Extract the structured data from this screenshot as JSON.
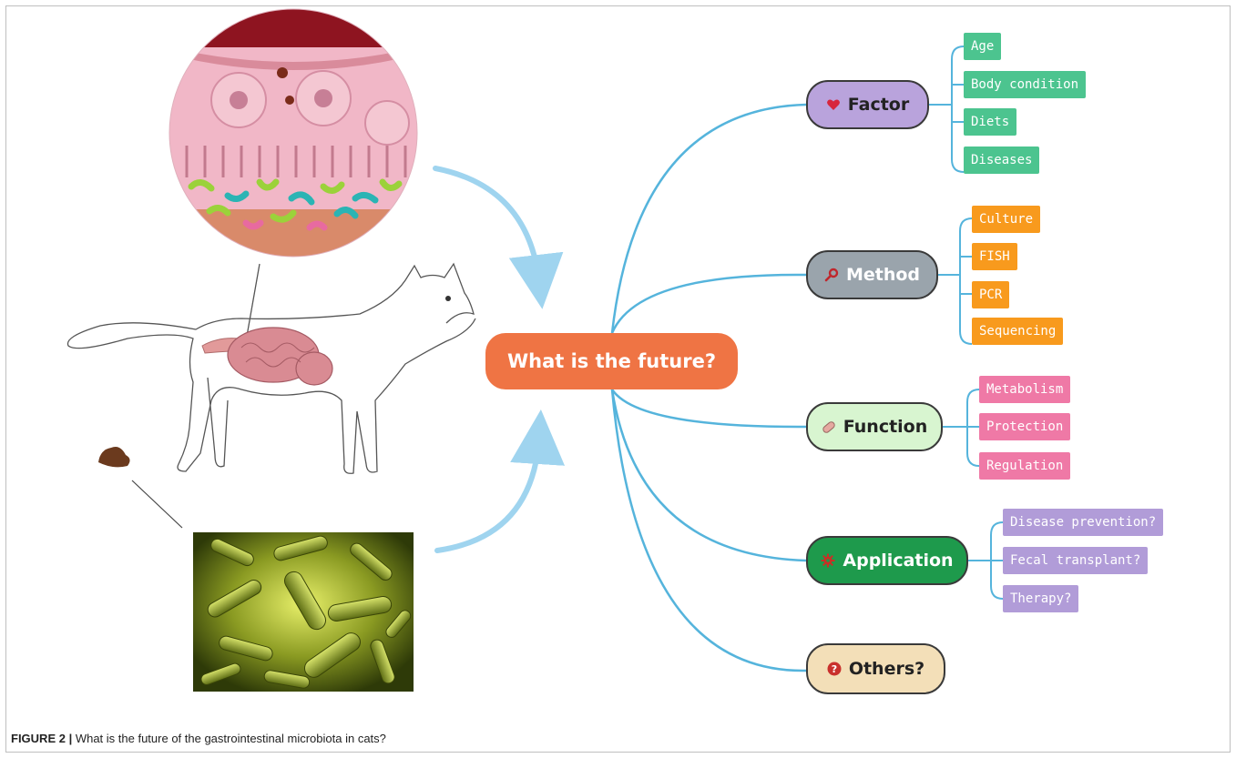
{
  "central": {
    "label": "What is the future?"
  },
  "branches": [
    {
      "label": "Factor",
      "icon": "heart-icon",
      "color": "#b9a3dc",
      "items": [
        "Age",
        "Body condition",
        "Diets",
        "Diseases"
      ],
      "item_color": "#4cc48f"
    },
    {
      "label": "Method",
      "icon": "magnifier-icon",
      "color": "#9aa4ac",
      "items": [
        "Culture",
        "FISH",
        "PCR",
        "Sequencing"
      ],
      "item_color": "#f89a1d"
    },
    {
      "label": "Function",
      "icon": "pill-icon",
      "color": "#d8f5d0",
      "items": [
        "Metabolism",
        "Protection",
        "Regulation"
      ],
      "item_color": "#ef79a6"
    },
    {
      "label": "Application",
      "icon": "gear-icon",
      "color": "#1e9a4c",
      "items": [
        "Disease prevention?",
        "Fecal transplant?",
        "Therapy?"
      ],
      "item_color": "#b19cd8"
    },
    {
      "label": "Others?",
      "icon": "question-icon",
      "color": "#f3dfb8",
      "items": []
    }
  ],
  "illustrations": [
    "intestinal-epithelium-icon",
    "cat-digestive-tract-icon",
    "feces-icon",
    "bacteria-icon"
  ],
  "caption": {
    "label": "FIGURE 2 |",
    "text": "What is the future of the gastrointestinal microbiota in cats?"
  },
  "colors": {
    "connector": "#55b4dc",
    "cycle_arrow": "#9fd4ef",
    "central": "#ef7444"
  }
}
